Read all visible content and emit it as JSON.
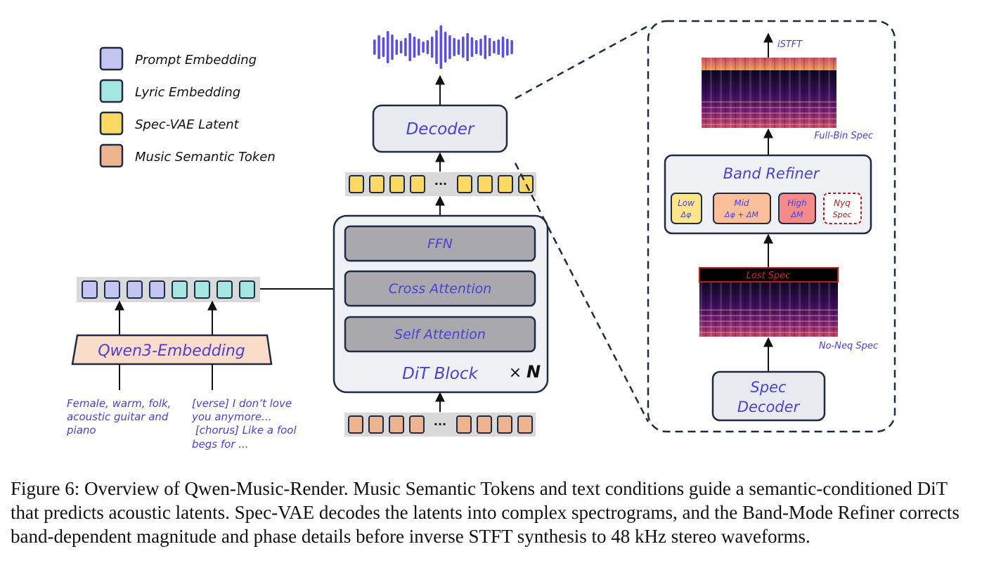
{
  "legend": [
    {
      "label": "Prompt Embedding",
      "color": "#c4c4f0"
    },
    {
      "label": "Lyric Embedding",
      "color": "#a6e6e0"
    },
    {
      "label": "Spec-VAE Latent",
      "color": "#fcd962"
    },
    {
      "label": "Music Semantic Token",
      "color": "#eeb38f"
    }
  ],
  "embedder": {
    "label": "Qwen3-Embedding"
  },
  "prompt_text": [
    "Female, warm, folk,",
    "acoustic guitar and",
    "piano"
  ],
  "lyrics_text": [
    "[verse] I don’t love",
    "you anymore...",
    " [chorus] Like a fool",
    "begs for ..."
  ],
  "dit": {
    "ffn": "FFN",
    "cross_attention": "Cross Attention",
    "self_attention": "Self Attention",
    "block_label": "DiT Block",
    "times": "×",
    "repeat": "N"
  },
  "decoder": {
    "label": "Decoder"
  },
  "ellipsis": "···",
  "detail": {
    "istft": "iSTFT",
    "full_bin_spec": "Full-Bin Spec",
    "band_refiner": "Band Refiner",
    "bands": [
      {
        "name": "Low",
        "desc": "Δφ",
        "fill": "#fde68a"
      },
      {
        "name": "Mid",
        "desc": "Δφ + ΔM",
        "fill": "#fbbf9a"
      },
      {
        "name": "High",
        "desc": "ΔM",
        "fill": "#f48a8a"
      },
      {
        "name": "Nyq",
        "desc": "Spec",
        "fill": "#ffffff"
      }
    ],
    "lost_spec": "Lost Spec",
    "no_neq_spec": "No-Neq Spec",
    "spec_decoder_line1": "Spec",
    "spec_decoder_line2": "Decoder"
  },
  "colors": {
    "accent_text": "#4b3fd6",
    "box_border": "#1f2a44",
    "box_fill": "#e8eaef",
    "strip_gray": "#d9d9d9",
    "attn_fill": "#a9a9ad"
  },
  "caption": "Figure 6: Overview of Qwen-Music-Render. Music Semantic Tokens and text conditions guide a semantic-conditioned DiT that predicts acoustic latents. Spec-VAE decodes the latents into complex spectrograms, and the Band-Mode Refiner corrects band-dependent magnitude and phase details before inverse STFT synthesis to 48 kHz stereo waveforms."
}
